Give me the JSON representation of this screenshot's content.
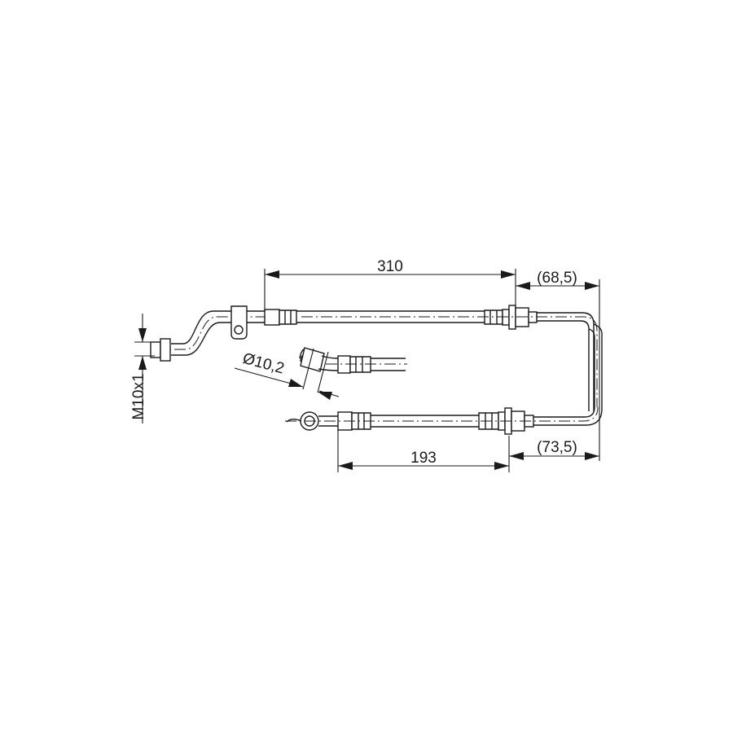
{
  "drawing": {
    "dimensions": {
      "upper_length": "310",
      "upper_offset": "(68,5)",
      "lower_length": "193",
      "lower_offset": "(73,5)",
      "thread": "M10x1",
      "diameter": "Ø10,2"
    },
    "colors": {
      "line": "#1a1a1a",
      "background": "#ffffff"
    }
  }
}
